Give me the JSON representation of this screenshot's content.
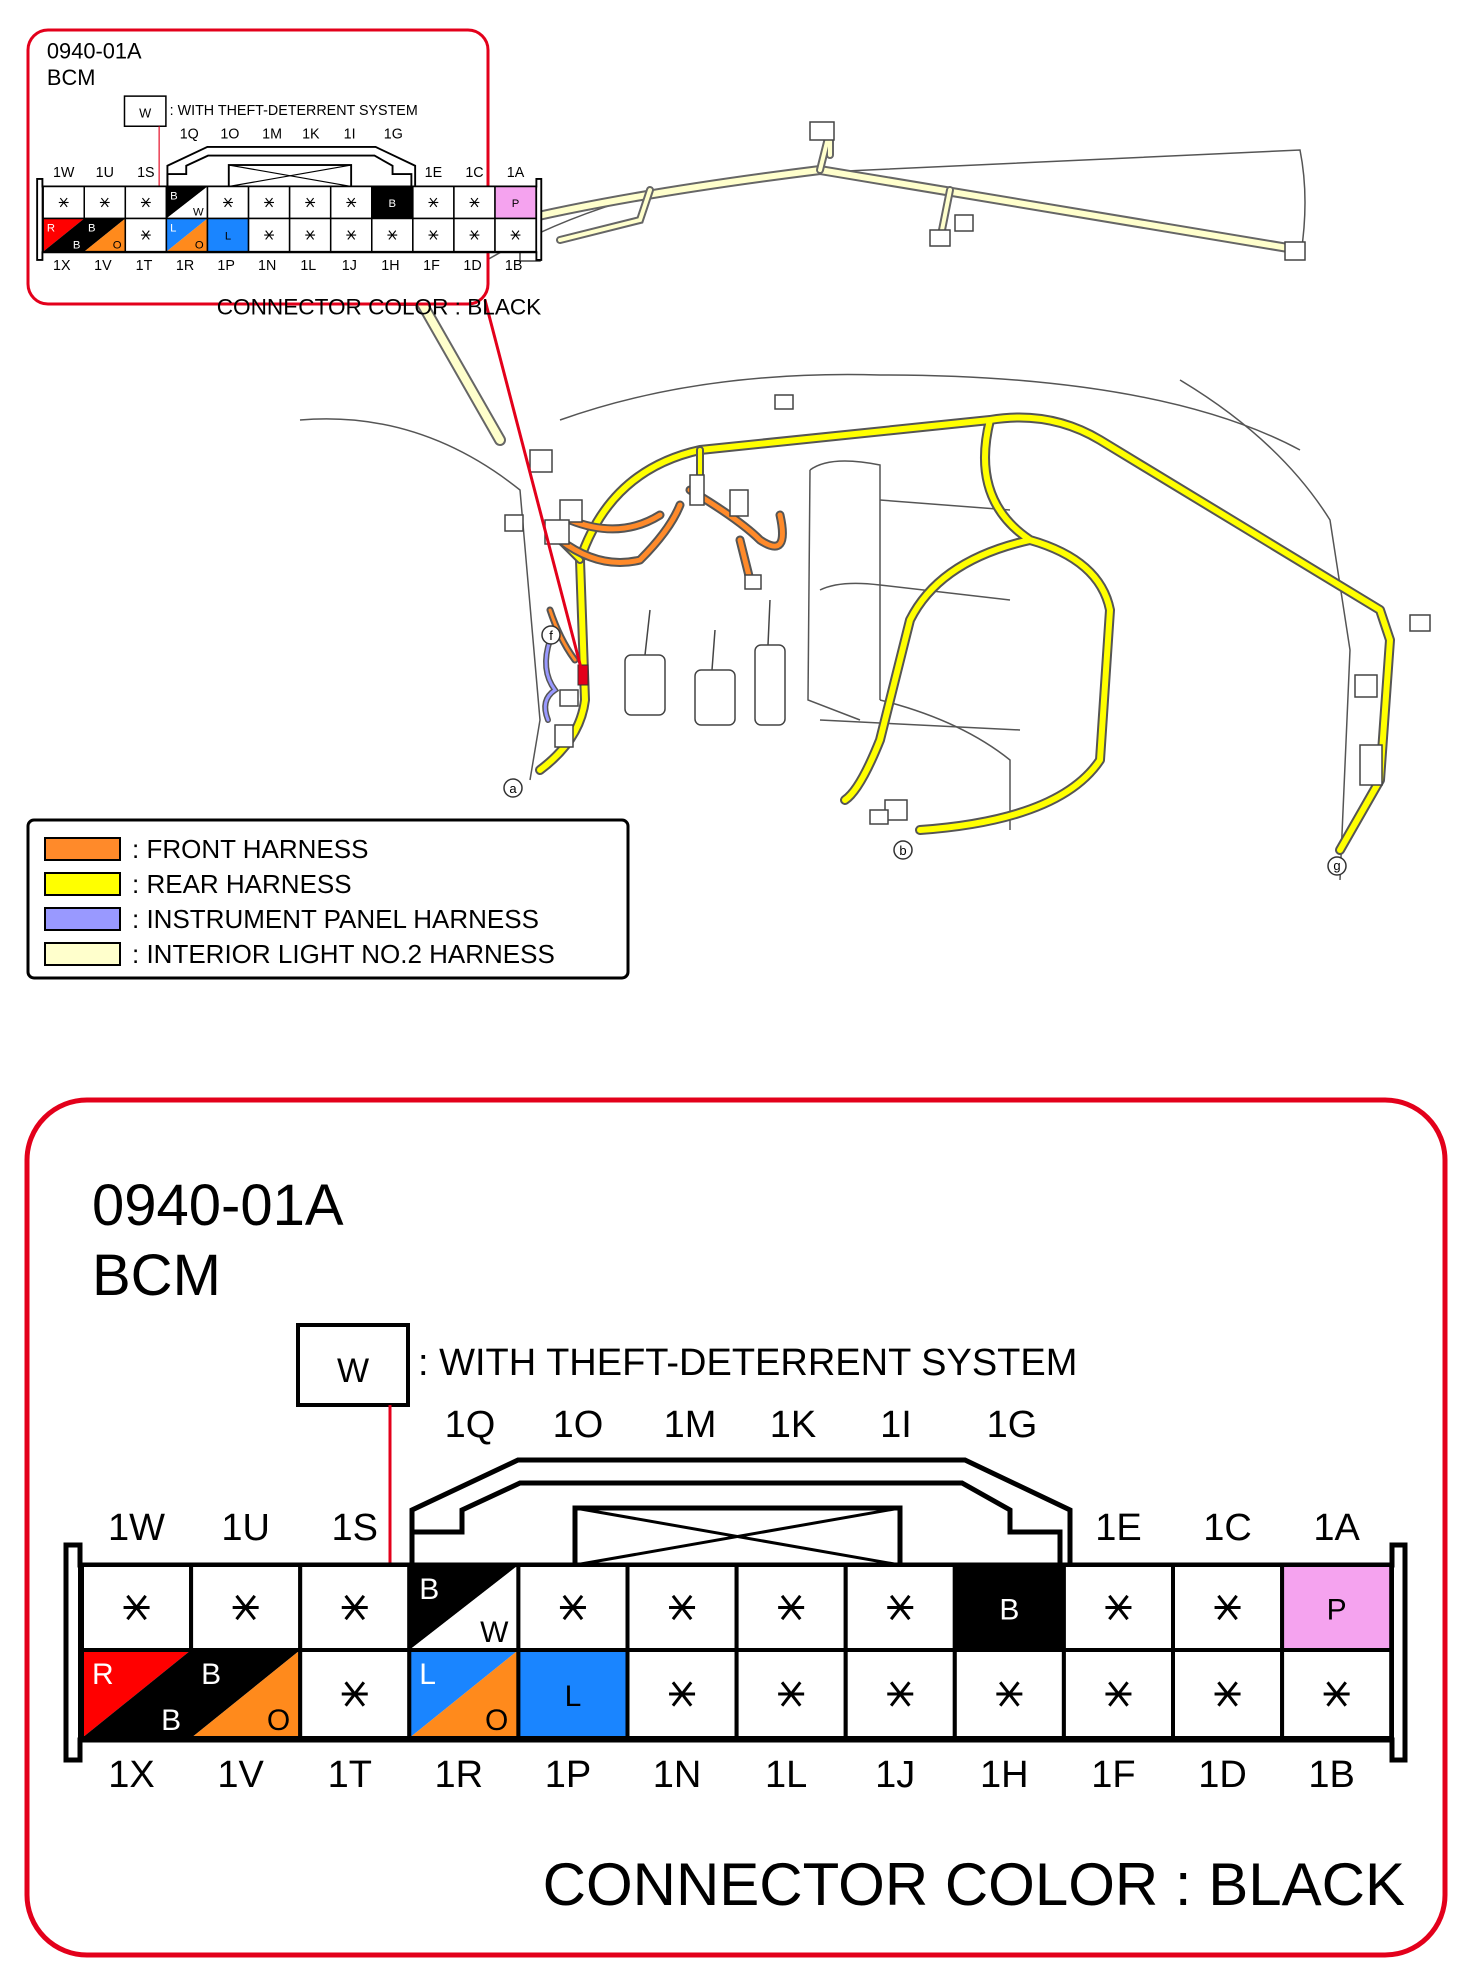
{
  "connector": {
    "code": "0940-01A",
    "name": "BCM",
    "note_box": "W",
    "note_text": ": WITH THEFT-DETERRENT SYSTEM",
    "connector_color": "CONNECTOR COLOR : BLACK",
    "top_labels_inner": [
      "1Q",
      "1O",
      "1M",
      "1K",
      "1I",
      "1G"
    ],
    "top_labels_left": [
      "1W",
      "1U",
      "1S"
    ],
    "top_labels_right": [
      "1E",
      "1C",
      "1A"
    ],
    "bottom_labels": [
      "1X",
      "1V",
      "1T",
      "1R",
      "1P",
      "1N",
      "1L",
      "1J",
      "1H",
      "1F",
      "1D",
      "1B"
    ],
    "top_row": [
      {
        "type": "star"
      },
      {
        "type": "star"
      },
      {
        "type": "star",
        "marked": true
      },
      {
        "type": "split",
        "c1": "#000000",
        "c2": "#ffffff",
        "l1": "B",
        "l2": "W"
      },
      {
        "type": "star"
      },
      {
        "type": "star"
      },
      {
        "type": "star"
      },
      {
        "type": "star"
      },
      {
        "type": "solid",
        "color": "#000000",
        "label": "B",
        "text_color": "#ffffff"
      },
      {
        "type": "star"
      },
      {
        "type": "star"
      },
      {
        "type": "solid",
        "color": "#f5a3ef",
        "label": "P",
        "text_color": "#000000"
      }
    ],
    "bottom_row": [
      {
        "type": "split",
        "c1": "#ff0000",
        "c2": "#000000",
        "l1": "R",
        "l2": "B"
      },
      {
        "type": "split",
        "c1": "#000000",
        "c2": "#ff8a1c",
        "l1": "B",
        "l2": "O"
      },
      {
        "type": "star"
      },
      {
        "type": "split",
        "c1": "#1a85ff",
        "c2": "#ff8a1c",
        "l1": "L",
        "l2": "O"
      },
      {
        "type": "solid",
        "color": "#1a85ff",
        "label": "L",
        "text_color": "#000000"
      },
      {
        "type": "star"
      },
      {
        "type": "star"
      },
      {
        "type": "star"
      },
      {
        "type": "star"
      },
      {
        "type": "star"
      },
      {
        "type": "star"
      },
      {
        "type": "star"
      }
    ]
  },
  "legend": [
    {
      "color": "#ff8a2a",
      "label": ": FRONT HARNESS"
    },
    {
      "color": "#ffff00",
      "label": ": REAR HARNESS"
    },
    {
      "color": "#9999ff",
      "label": ": INSTRUMENT PANEL HARNESS"
    },
    {
      "color": "#ffffcc",
      "label": ": INTERIOR LIGHT NO.2 HARNESS"
    }
  ],
  "callouts": [
    "a",
    "b",
    "f",
    "g"
  ],
  "colors": {
    "frame": "#e3001b",
    "front": "#ff8a2a",
    "rear": "#ffff00",
    "ip": "#9999ff",
    "interior": "#ffffcc"
  }
}
